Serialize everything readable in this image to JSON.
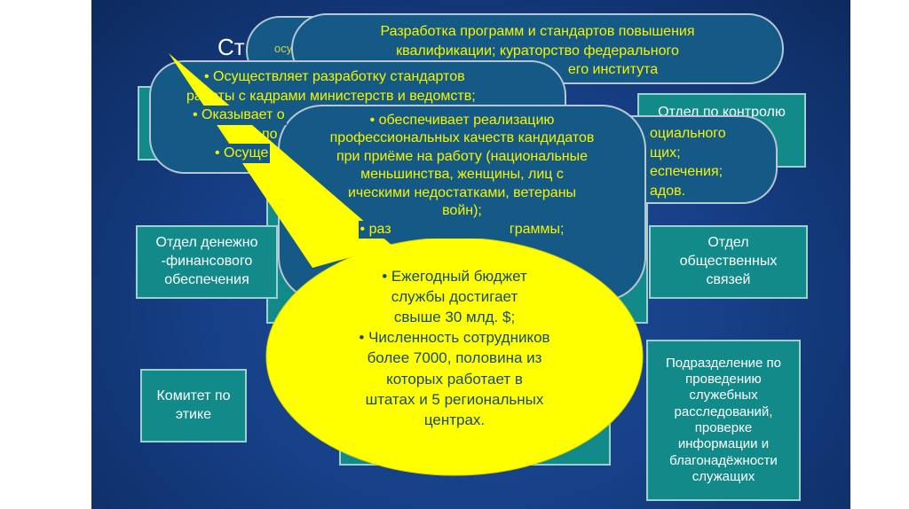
{
  "title_fragment": "Ст",
  "callouts": {
    "back_fragment": "осу",
    "training": [
      "Разработка программ и стандартов повышения",
      "квалификации; кураторство федерального",
      "его института"
    ],
    "standards": [
      "• Осуществляет разработку стандартов",
      "работы с кадрами министерств и ведомств;",
      "• Оказывает о",
      "по",
      "• Осуще"
    ],
    "right_fragment": [
      "оциального",
      "щих;",
      "еспечения;",
      "адов."
    ],
    "center": [
      "• обеспечивает реализацию",
      "профессиональных качеств кандидатов",
      "при приёме на работу (национальные",
      "меньшинства, женщины, лиц с",
      "ическими недостатками, ветераны",
      "войн);",
      "• раз                              граммы;"
    ],
    "budget": [
      "• Ежегодный бюджет",
      "службы достигает",
      "свыше 30 млд. $;",
      "• Численность сотрудников",
      "более 7000, половина из",
      "которых работает в",
      "штатах и 5 региональных",
      "центрах."
    ]
  },
  "boxes": {
    "control": "Отдел по контролю",
    "finance": [
      "Отдел денежно",
      "-финансового",
      "обеспечения"
    ],
    "public": [
      "Отдел",
      "общественных",
      "связей"
    ],
    "ethics": [
      "Комитет по",
      "этике"
    ],
    "investigations": [
      "Подразделение по",
      "проведению",
      "служебных",
      "расследований,",
      "проверке",
      "информации и",
      "благонадёжности",
      "служащих"
    ]
  },
  "colors": {
    "callout_text": "#f5f500",
    "bubble": "#ffff00",
    "box": "#138a8a"
  }
}
